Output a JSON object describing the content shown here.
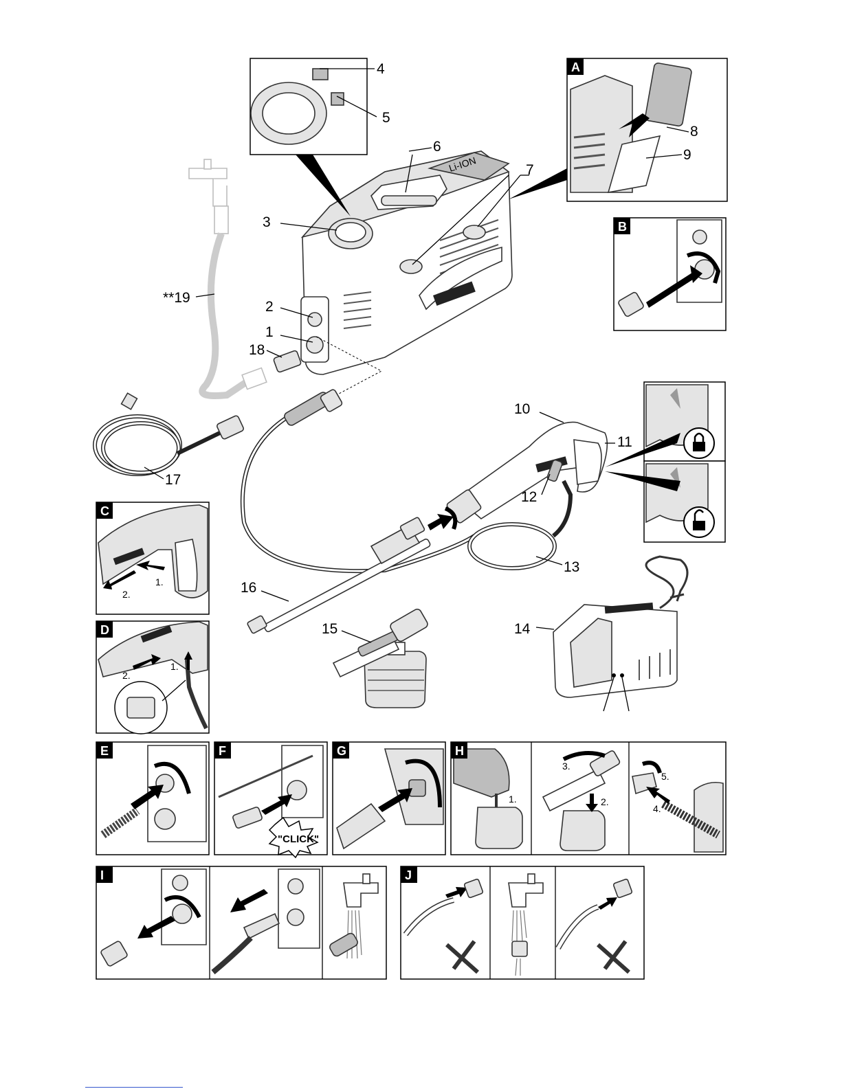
{
  "callouts": {
    "c1": "1",
    "c2": "2",
    "c3": "3",
    "c4": "4",
    "c5": "5",
    "c6": "6",
    "c7": "7",
    "c8": "8",
    "c9": "9",
    "c10": "10",
    "c11": "11",
    "c12": "12",
    "c13": "13",
    "c14": "14",
    "c15": "15",
    "c16": "16",
    "c17": "17",
    "c18": "18",
    "c19": "**19"
  },
  "panels": {
    "A": "A",
    "B": "B",
    "C": "C",
    "D": "D",
    "E": "E",
    "F": "F",
    "G": "G",
    "H": "H",
    "I": "I",
    "J": "J"
  },
  "steps": {
    "c_step1": "1.",
    "c_step2": "2.",
    "d_step1": "1.",
    "d_step2": "2.",
    "h_step1": "1.",
    "h_step2": "2.",
    "h_step3": "3.",
    "h_step4": "4.",
    "h_step5": "5."
  },
  "labels": {
    "click": "\"CLICK\"",
    "battery_brand": "Li-ION"
  },
  "colors": {
    "line": "#000000",
    "ghost": "#bdbdbd",
    "panel_tag": "#000000"
  }
}
